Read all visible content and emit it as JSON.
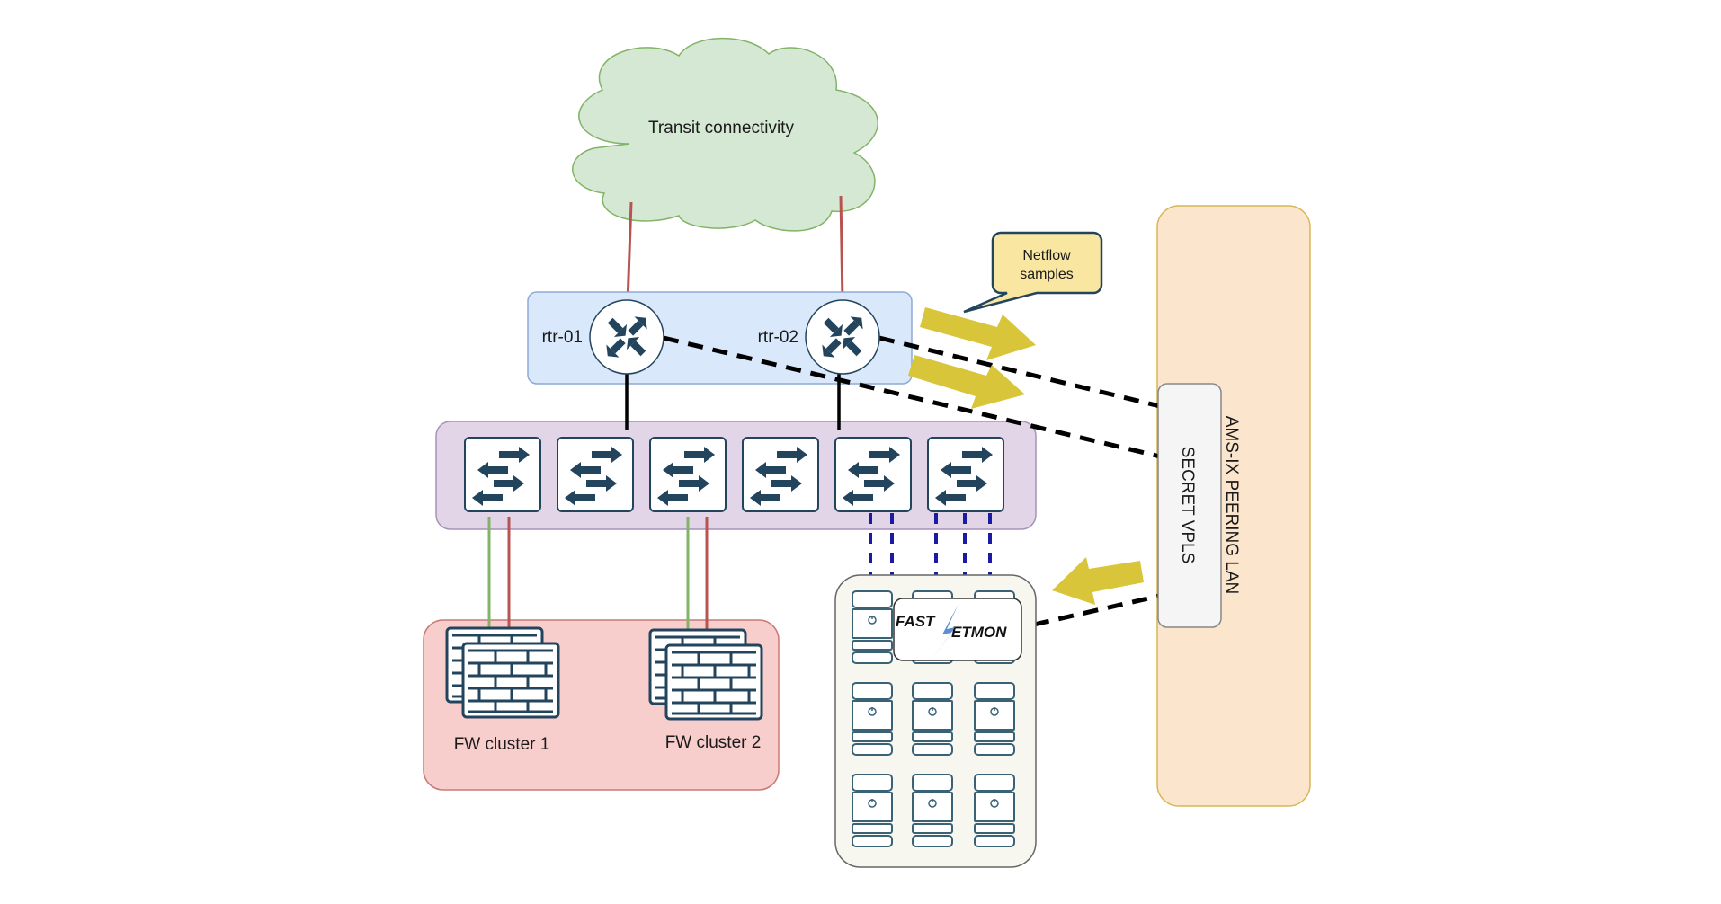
{
  "diagram": {
    "cloud": {
      "label": "Transit connectivity",
      "fill": "#d5e8d4",
      "stroke": "#82b366"
    },
    "routers": {
      "group_fill": "#dae8fc",
      "group_stroke": "#8ea9d6",
      "items": [
        {
          "label": "rtr-01",
          "icon": "router-icon"
        },
        {
          "label": "rtr-02",
          "icon": "router-icon"
        }
      ]
    },
    "switches": {
      "group_fill": "#e1d5e7",
      "group_stroke": "#a892b8",
      "count": 6,
      "icon": "switch-icon"
    },
    "firewalls": {
      "group_fill": "#f8cecc",
      "group_stroke": "#c97a77",
      "items": [
        {
          "label": "FW cluster 1",
          "icon": "firewall-icon"
        },
        {
          "label": "FW cluster 2",
          "icon": "firewall-icon"
        }
      ]
    },
    "servers": {
      "group_fill": "#f8f7ef",
      "group_stroke": "#666666",
      "rows": 3,
      "cols": 3,
      "icon": "server-icon",
      "logo": {
        "left": "FAST",
        "right": "ETMON",
        "name": "fastnetmon-logo"
      }
    },
    "callout": {
      "label_line1": "Netflow",
      "label_line2": "samples",
      "fill": "#f9e6a0",
      "stroke": "#23445d"
    },
    "peering_lan": {
      "label": "AMS-IX PEERING LAN",
      "fill": "#fbe6cd",
      "stroke": "#d6b656"
    },
    "vpls": {
      "label": "SECRET VPLS",
      "fill": "#f5f5f5",
      "stroke": "#888888"
    },
    "colors": {
      "icon": "#23445d",
      "arrow": "#d9c53a",
      "link_red": "#b85450",
      "link_green": "#82b366",
      "link_blue": "#1a1aa6",
      "link_black": "#000000"
    }
  }
}
